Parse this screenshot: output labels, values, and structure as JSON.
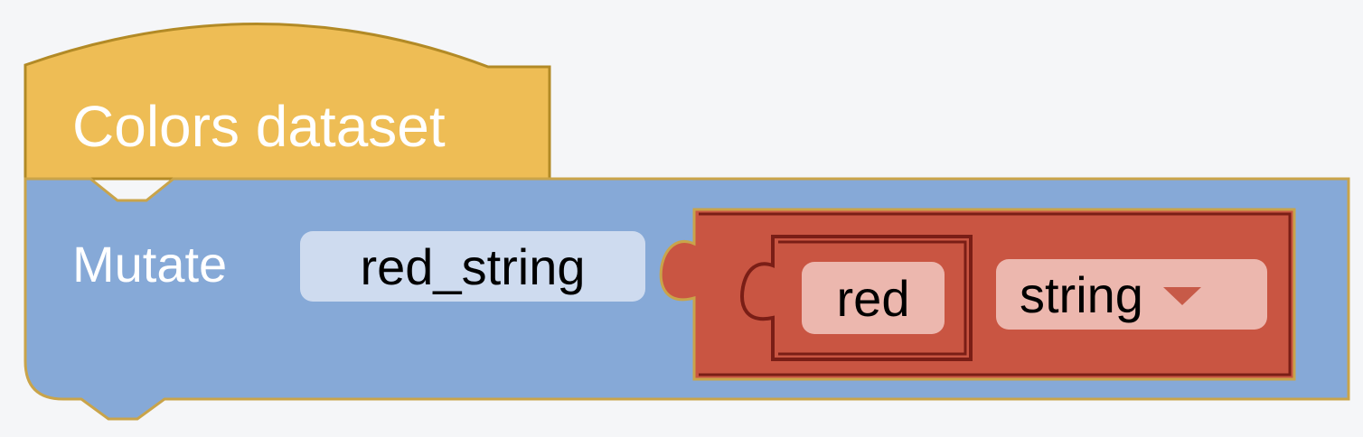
{
  "hat_block": {
    "title": "Colors dataset",
    "color": "#eebd55"
  },
  "mutate_block": {
    "label": "Mutate",
    "variable_field": "red_string",
    "color": "#86a9d7"
  },
  "cast_block": {
    "color": "#c95542",
    "value_block": {
      "value": "red"
    },
    "type_dropdown": {
      "selected": "string",
      "icon": "dropdown-arrow-icon"
    }
  }
}
